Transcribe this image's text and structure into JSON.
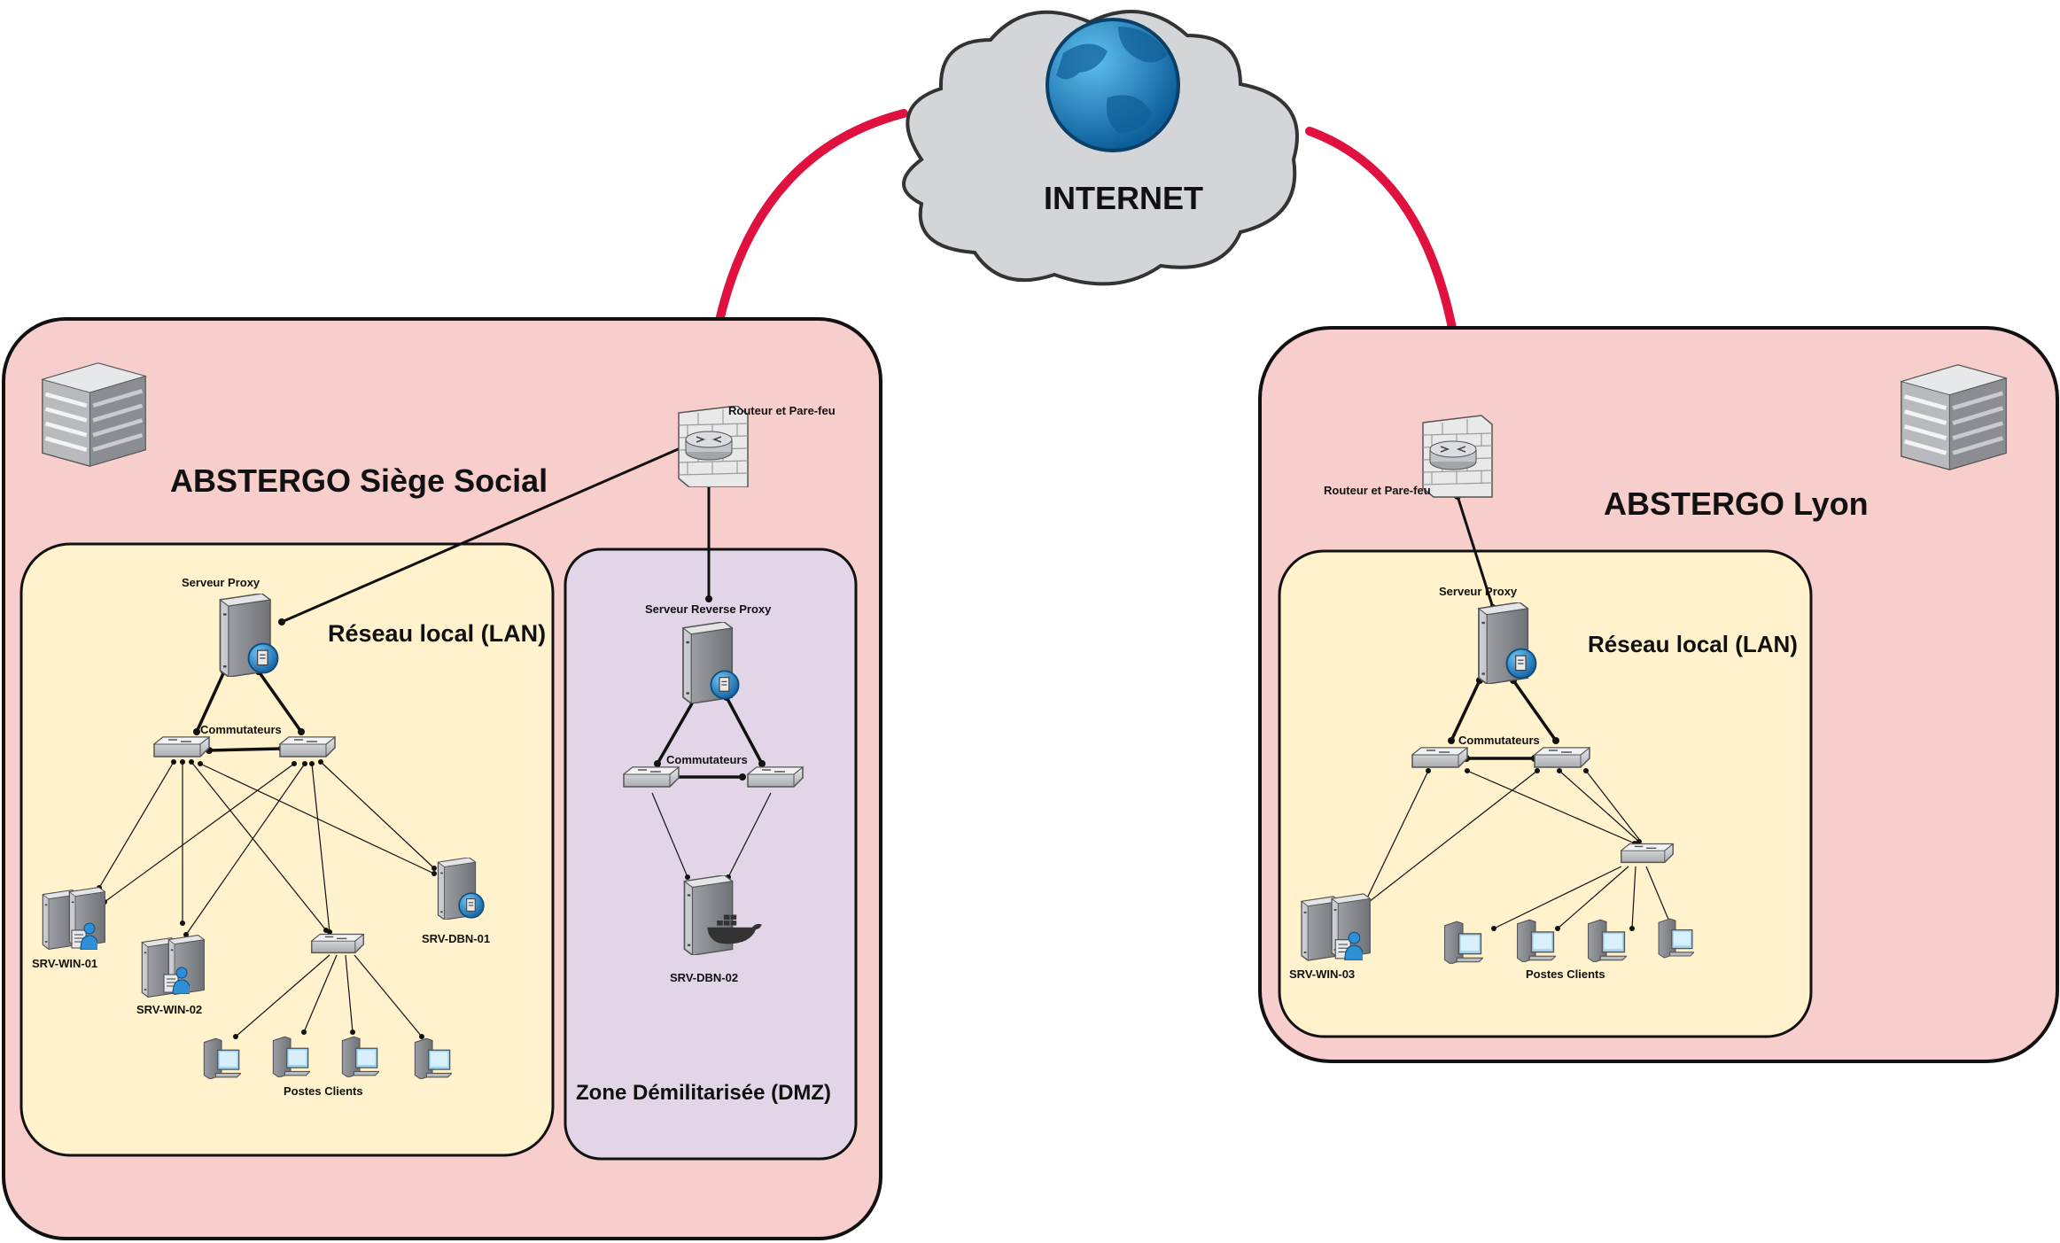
{
  "internet": {
    "label": "INTERNET"
  },
  "colors": {
    "site_fill": "#f8cecc",
    "lan_fill": "#fff2cc",
    "dmz_fill": "#e1d5e7",
    "link_red": "#e0103f",
    "globe": "#1b86c8"
  },
  "hq": {
    "title": "ABSTERGO Siège Social",
    "firewall_label": "Routeur et Pare-feu",
    "lan": {
      "title": "Réseau local (LAN)",
      "proxy_label": "Serveur Proxy",
      "switches_label": "Commutateurs",
      "servers": [
        "SRV-WIN-01",
        "SRV-WIN-02",
        "SRV-DBN-01"
      ],
      "clients_label": "Postes Clients"
    },
    "dmz": {
      "title": "Zone Démilitarisée (DMZ)",
      "reverse_proxy_label": "Serveur Reverse Proxy",
      "switches_label": "Commutateurs",
      "server": "SRV-DBN-02"
    }
  },
  "lyon": {
    "title": "ABSTERGO Lyon",
    "firewall_label": "Routeur et Pare-feu",
    "lan": {
      "title": "Réseau local (LAN)",
      "proxy_label": "Serveur Proxy",
      "switches_label": "Commutateurs",
      "server": "SRV-WIN-03",
      "clients_label": "Postes Clients"
    }
  }
}
